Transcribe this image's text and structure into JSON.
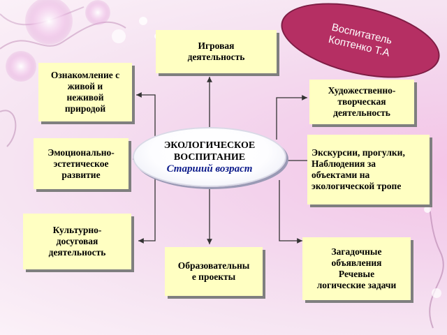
{
  "center": {
    "line1": "ЭКОЛОГИЧЕСКОЕ",
    "line2": "ВОСПИТАНИЕ",
    "line3": "Старший возраст"
  },
  "author": "Воспитатель\nКоптенко Т.А",
  "boxes": {
    "game": "Игровая\nдеятельность",
    "nature": "Ознакомление с\nживой и\nнеживой\nприродой",
    "emotional": "Эмоционально-\nэстетическое\nразвитие",
    "cultural": "Культурно-\nдосуговая\nдеятельность",
    "projects": "Образовательны\nе проекты",
    "art": "Художественно-\nтворческая\nдеятельность",
    "excursions": "Экскурсии, прогулки,\nНаблюдения за\nобъектами на\nэкологической тропе",
    "riddles": "Загадочные\nобъявления\nРечевые\nлогические задачи"
  },
  "colors": {
    "box_fill": "#ffffc2",
    "author_fill": "#b52f63",
    "center_sub": "#0b1a8a"
  }
}
